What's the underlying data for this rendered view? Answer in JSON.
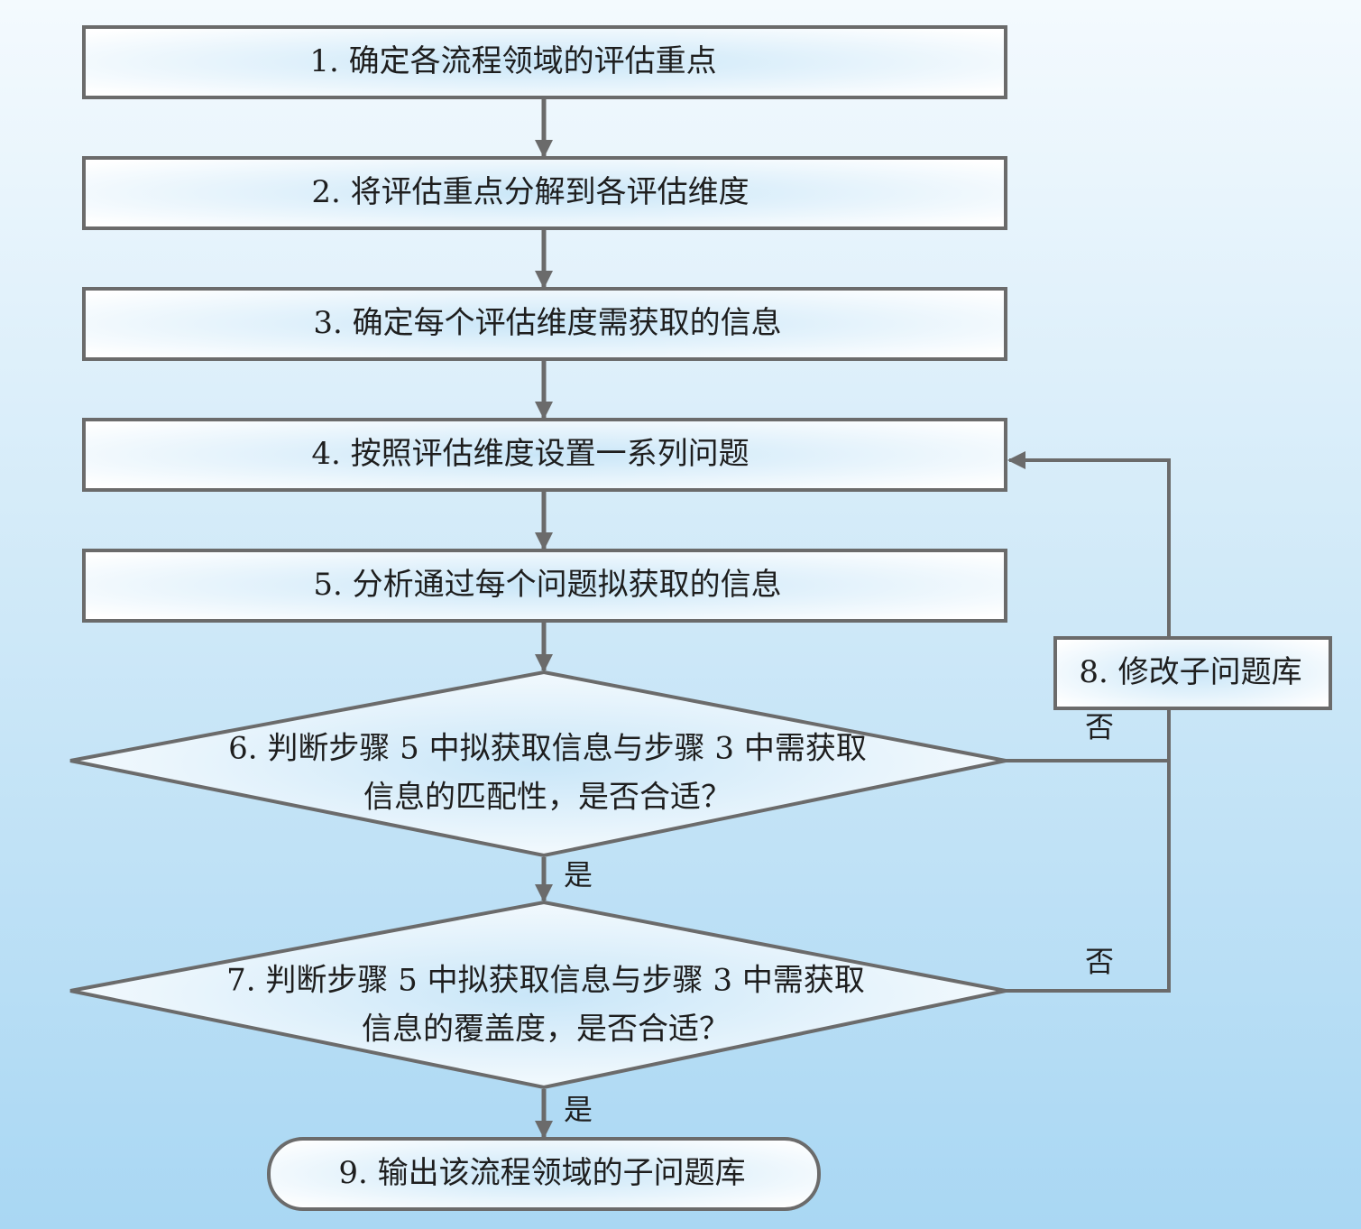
{
  "steps": {
    "s1": "1. 确定各流程领域的评估重点",
    "s2": "2. 将评估重点分解到各评估维度",
    "s3": "3. 确定每个评估维度需获取的信息",
    "s4": "4. 按照评估维度设置一系列问题",
    "s5": "5. 分析通过每个问题拟获取的信息",
    "s6": "6. 判断步骤 5 中拟获取信息与步骤 3 中需获取\n信息的匹配性，是否合适？",
    "s7": "7. 判断步骤 5 中拟获取信息与步骤 3 中需获取\n信息的覆盖度，是否合适？",
    "s8": "8. 修改子问题库",
    "s9": "9. 输出该流程领域的子问题库"
  },
  "branches": {
    "yes6": "是",
    "no6": "否",
    "yes7": "是",
    "no7": "否"
  },
  "colors": {
    "stroke": "#6b6b6b",
    "text": "#1e1e1e"
  }
}
